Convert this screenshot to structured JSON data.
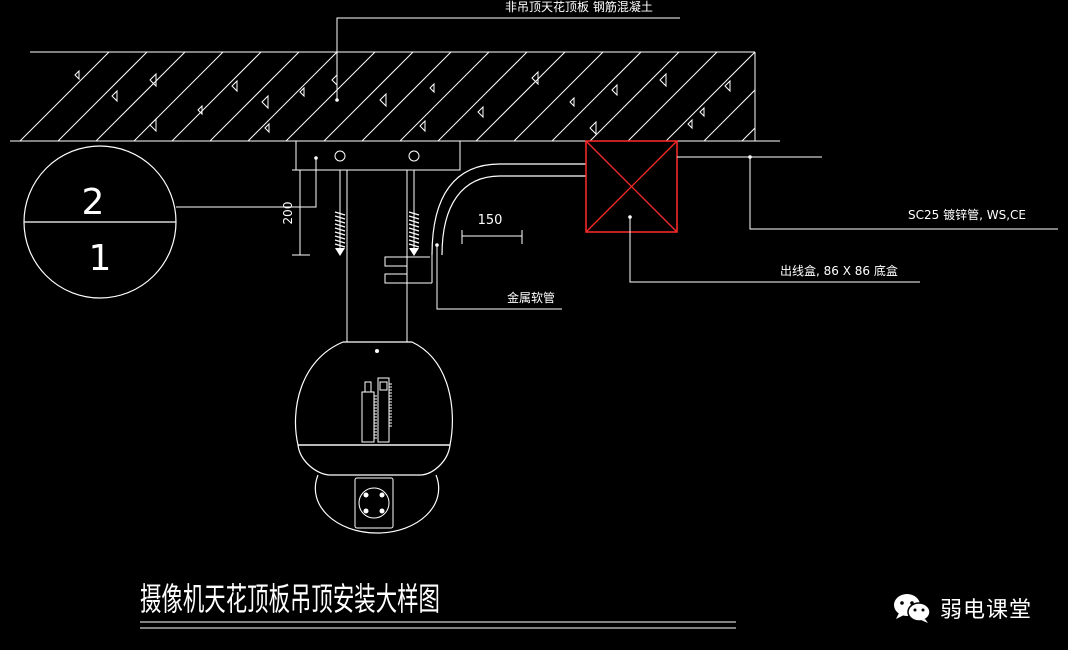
{
  "labels": {
    "slab": "非吊顶天花顶板 钢筋混凝土",
    "pipe": "SC25  镀锌管,  WS,CE",
    "box": "出线盒,  86 X 86 底盒",
    "hose": "金属软管",
    "dim_150": "150",
    "dim_200": "200",
    "ref_top": "2",
    "ref_bottom": "1"
  },
  "title": "摄像机天花顶板吊顶安装大样图",
  "watermark": {
    "icon": "wechat-icon",
    "text": "弱电课堂"
  },
  "colors": {
    "background": "#000000",
    "line": "#ffffff",
    "junction_box": "#ff2a2a"
  }
}
